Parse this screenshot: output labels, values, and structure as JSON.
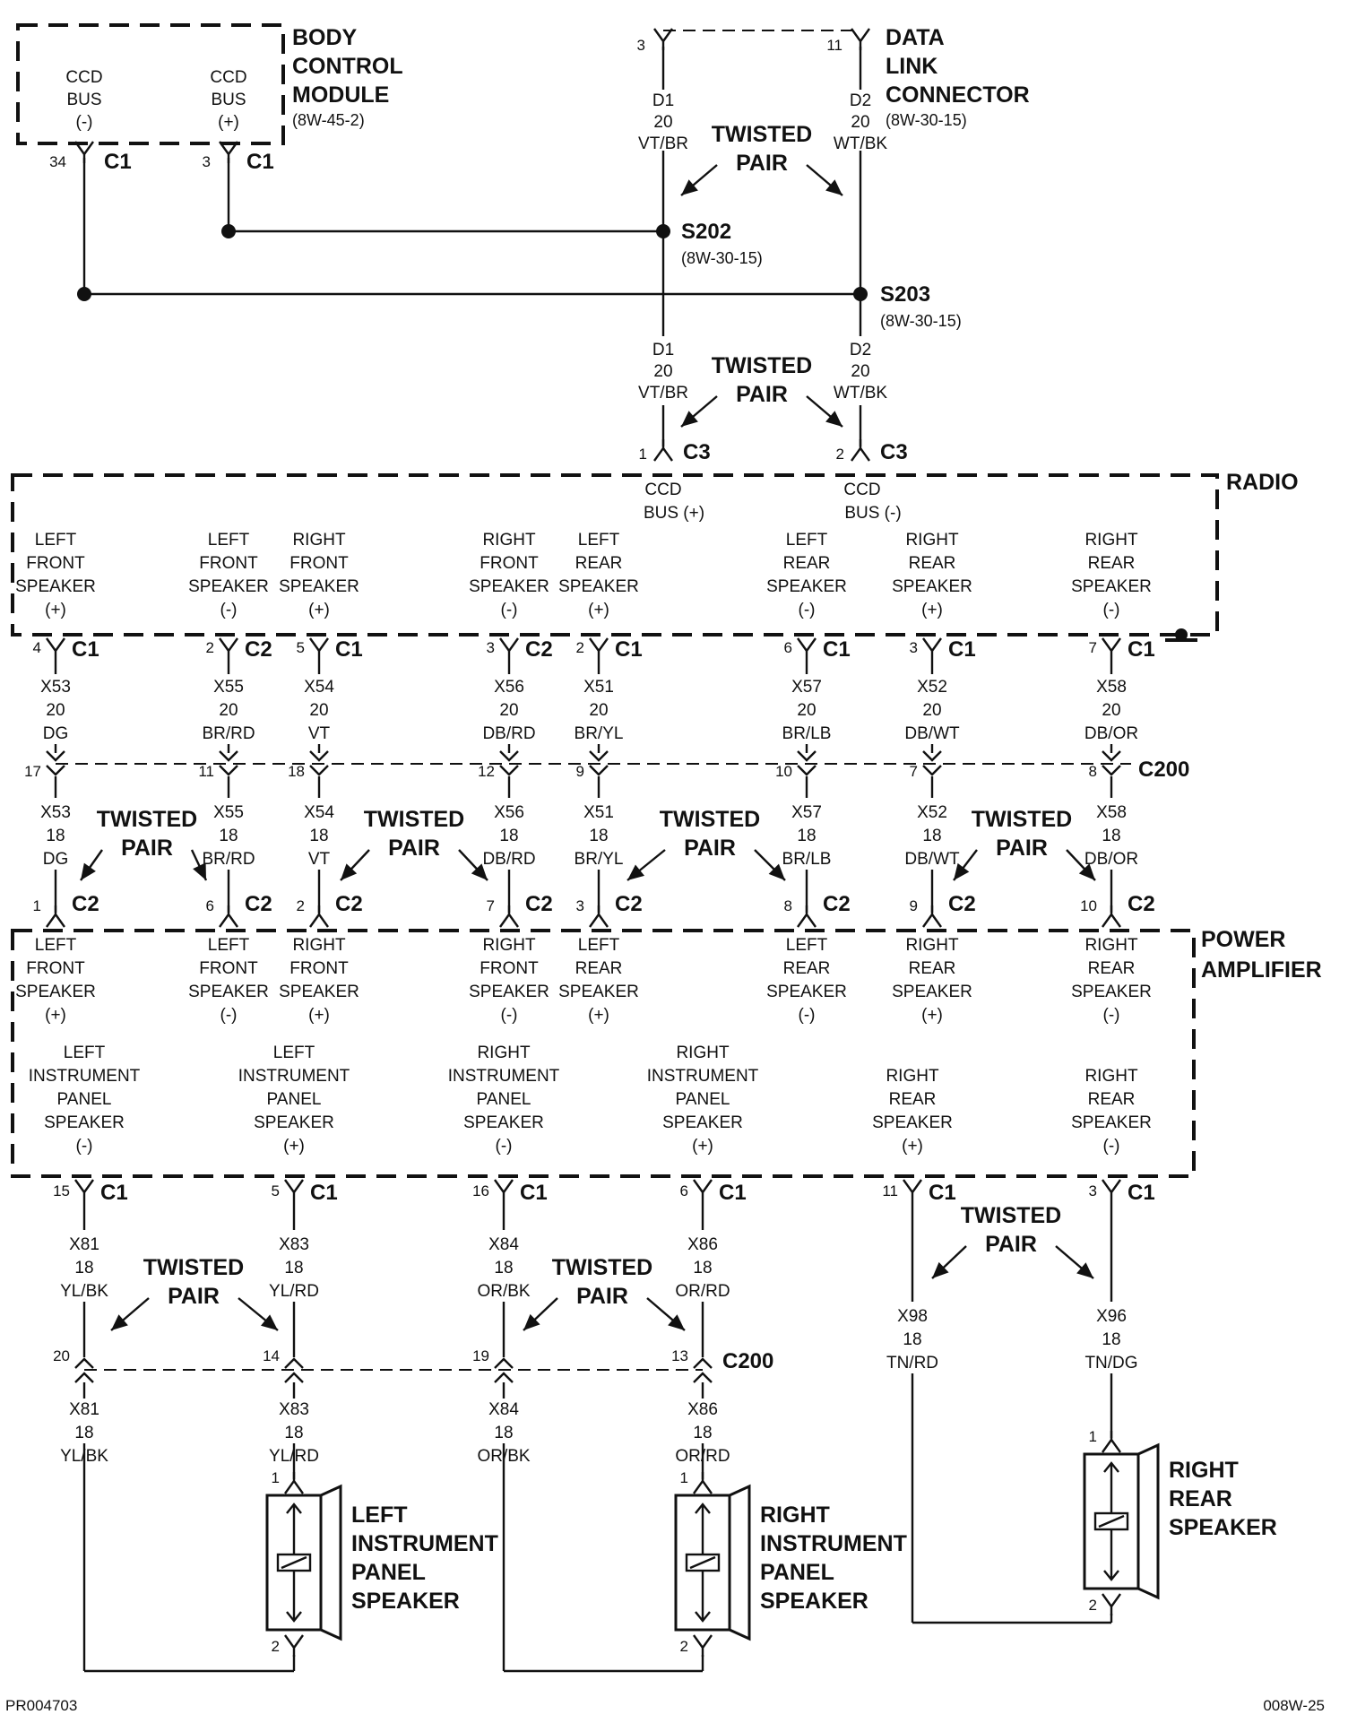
{
  "labels": {
    "bcm": [
      "BODY",
      "CONTROL",
      "MODULE"
    ],
    "bcm_ref": "(8W-45-2)",
    "ccd": "CCD",
    "bus": "BUS",
    "minus": "(-)",
    "plus": "(+)",
    "dlc": [
      "DATA",
      "LINK",
      "CONNECTOR"
    ],
    "dlc_ref": "(8W-30-15)",
    "twisted": "TWISTED",
    "pair": "PAIR",
    "s202": "S202",
    "s203": "S203",
    "splice_ref": "(8W-30-15)",
    "radio": "RADIO",
    "ccd_bus_plus": "BUS (+)",
    "ccd_bus_minus": "BUS (-)",
    "power": "POWER",
    "amplifier": "AMPLIFIER",
    "c200": "C200",
    "left_ip_speaker": [
      "LEFT",
      "INSTRUMENT",
      "PANEL",
      "SPEAKER"
    ],
    "right_ip_speaker": [
      "RIGHT",
      "INSTRUMENT",
      "PANEL",
      "SPEAKER"
    ],
    "right_rear_speaker": [
      "RIGHT",
      "REAR",
      "SPEAKER"
    ],
    "left_ref": "PR004703",
    "right_ref": "008W-25"
  },
  "top_wires": {
    "d1": [
      "D1",
      "20",
      "VT/BR"
    ],
    "d2": [
      "D2",
      "20",
      "WT/BK"
    ]
  },
  "radio_terminals": [
    {
      "lines": [
        "LEFT",
        "FRONT",
        "SPEAKER",
        "(+)"
      ],
      "pin": "4",
      "conn": "C1",
      "wire": [
        "X53",
        "20",
        "DG"
      ],
      "c200pin": "17",
      "wire2": [
        "X53",
        "18",
        "DG"
      ],
      "amppin": "1",
      "ampconn": "C2"
    },
    {
      "lines": [
        "LEFT",
        "FRONT",
        "SPEAKER",
        "(-)"
      ],
      "pin": "2",
      "conn": "C2",
      "wire": [
        "X55",
        "20",
        "BR/RD"
      ],
      "c200pin": "11",
      "wire2": [
        "X55",
        "18",
        "BR/RD"
      ],
      "amppin": "6",
      "ampconn": "C2"
    },
    {
      "lines": [
        "RIGHT",
        "FRONT",
        "SPEAKER",
        "(+)"
      ],
      "pin": "5",
      "conn": "C1",
      "wire": [
        "X54",
        "20",
        "VT"
      ],
      "c200pin": "18",
      "wire2": [
        "X54",
        "18",
        "VT"
      ],
      "amppin": "2",
      "ampconn": "C2"
    },
    {
      "lines": [
        "RIGHT",
        "FRONT",
        "SPEAKER",
        "(-)"
      ],
      "pin": "3",
      "conn": "C2",
      "wire": [
        "X56",
        "20",
        "DB/RD"
      ],
      "c200pin": "12",
      "wire2": [
        "X56",
        "18",
        "DB/RD"
      ],
      "amppin": "7",
      "ampconn": "C2"
    },
    {
      "lines": [
        "LEFT",
        "REAR",
        "SPEAKER",
        "(+)"
      ],
      "pin": "2",
      "conn": "C1",
      "wire": [
        "X51",
        "20",
        "BR/YL"
      ],
      "c200pin": "9",
      "wire2": [
        "X51",
        "18",
        "BR/YL"
      ],
      "amppin": "3",
      "ampconn": "C2"
    },
    {
      "lines": [
        "LEFT",
        "REAR",
        "SPEAKER",
        "(-)"
      ],
      "pin": "6",
      "conn": "C1",
      "wire": [
        "X57",
        "20",
        "BR/LB"
      ],
      "c200pin": "10",
      "wire2": [
        "X57",
        "18",
        "BR/LB"
      ],
      "amppin": "8",
      "ampconn": "C2"
    },
    {
      "lines": [
        "RIGHT",
        "REAR",
        "SPEAKER",
        "(+)"
      ],
      "pin": "3",
      "conn": "C1",
      "wire": [
        "X52",
        "20",
        "DB/WT"
      ],
      "c200pin": "7",
      "wire2": [
        "X52",
        "18",
        "DB/WT"
      ],
      "amppin": "9",
      "ampconn": "C2"
    },
    {
      "lines": [
        "RIGHT",
        "REAR",
        "SPEAKER",
        "(-)"
      ],
      "pin": "7",
      "conn": "C1",
      "wire": [
        "X58",
        "20",
        "DB/OR"
      ],
      "c200pin": "8",
      "wire2": [
        "X58",
        "18",
        "DB/OR"
      ],
      "amppin": "10",
      "ampconn": "C2"
    }
  ],
  "amp_outputs": [
    {
      "lines": [
        "LEFT",
        "INSTRUMENT",
        "PANEL",
        "SPEAKER",
        "(-)"
      ],
      "pin": "15",
      "conn": "C1",
      "wire": [
        "X81",
        "18",
        "YL/BK"
      ],
      "c200pin": "20",
      "wire2": [
        "X81",
        "18",
        "YL/BK"
      ]
    },
    {
      "lines": [
        "LEFT",
        "INSTRUMENT",
        "PANEL",
        "SPEAKER",
        "(+)"
      ],
      "pin": "5",
      "conn": "C1",
      "wire": [
        "X83",
        "18",
        "YL/RD"
      ],
      "c200pin": "14",
      "wire2": [
        "X83",
        "18",
        "YL/RD"
      ]
    },
    {
      "lines": [
        "RIGHT",
        "INSTRUMENT",
        "PANEL",
        "SPEAKER",
        "(-)"
      ],
      "pin": "16",
      "conn": "C1",
      "wire": [
        "X84",
        "18",
        "OR/BK"
      ],
      "c200pin": "19",
      "wire2": [
        "X84",
        "18",
        "OR/BK"
      ]
    },
    {
      "lines": [
        "RIGHT",
        "INSTRUMENT",
        "PANEL",
        "SPEAKER",
        "(+)"
      ],
      "pin": "6",
      "conn": "C1",
      "wire": [
        "X86",
        "18",
        "OR/RD"
      ],
      "c200pin": "13",
      "wire2": [
        "X86",
        "18",
        "OR/RD"
      ]
    },
    {
      "lines": [
        "RIGHT",
        "REAR",
        "SPEAKER",
        "(+)"
      ],
      "pin": "11",
      "conn": "C1",
      "wire": [
        "X98",
        "18",
        "TN/RD"
      ]
    },
    {
      "lines": [
        "RIGHT",
        "REAR",
        "SPEAKER",
        "(-)"
      ],
      "pin": "3",
      "conn": "C1",
      "wire": [
        "X96",
        "18",
        "TN/DG"
      ]
    }
  ],
  "pins": {
    "bcm_minus": "34",
    "bcm_plus": "3",
    "bcm_conn": "C1",
    "dlc_d1": "3",
    "dlc_d2": "11",
    "radio_ccd_plus": "1",
    "radio_ccd_minus": "2",
    "radio_ccd_conn": "C3",
    "spk_top": "1",
    "spk_bottom": "2"
  }
}
